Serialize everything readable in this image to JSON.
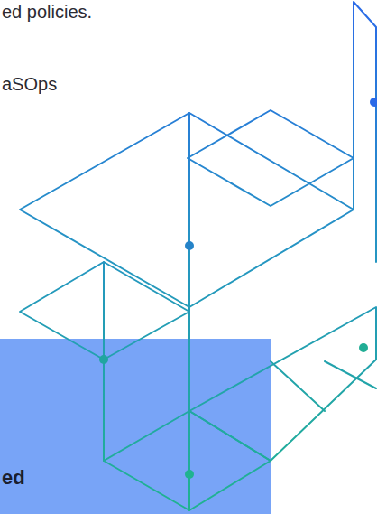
{
  "diagram": {
    "labels": [
      "ed policies.",
      "aSOps",
      "ed"
    ]
  }
}
